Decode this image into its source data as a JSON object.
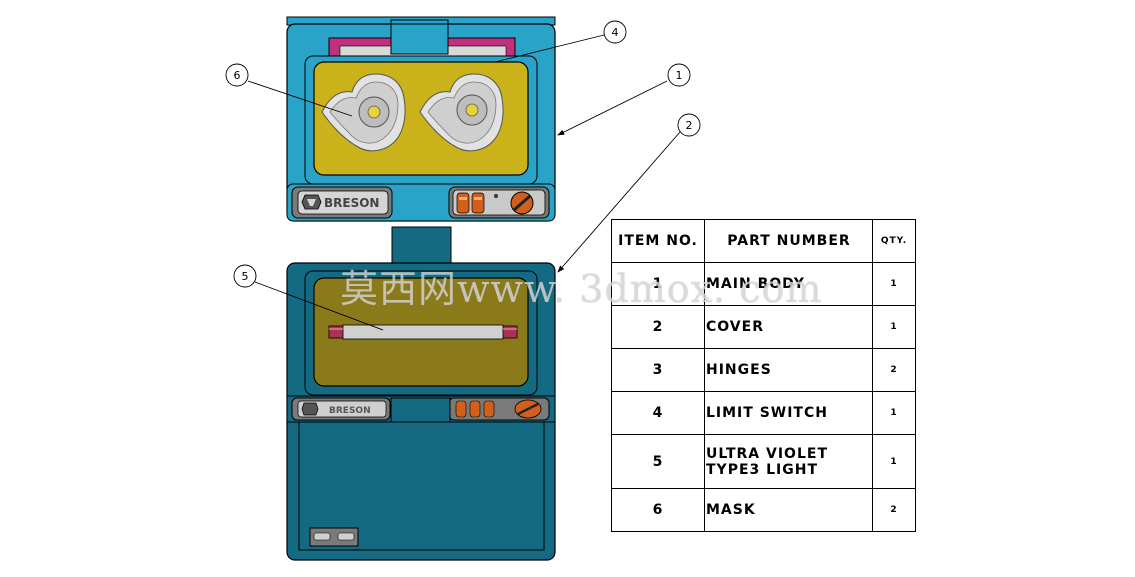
{
  "balloons": [
    {
      "id": "b4",
      "label": "4"
    },
    {
      "id": "b1",
      "label": "1"
    },
    {
      "id": "b6",
      "label": "6"
    },
    {
      "id": "b2",
      "label": "2"
    },
    {
      "id": "b5",
      "label": "5"
    }
  ],
  "logo": {
    "brand": "BRESON"
  },
  "watermark": {
    "cjk": "莫西网",
    "latin": "www. 3dmox. com"
  },
  "bom": {
    "headers": {
      "item_no": "ITEM NO.",
      "part_number": "PART NUMBER",
      "qty": "QTY."
    },
    "rows": [
      {
        "item": "1",
        "part_line1": "MAIN BODY",
        "part_line2": "",
        "qty": "1"
      },
      {
        "item": "2",
        "part_line1": "COVER",
        "part_line2": "",
        "qty": "1"
      },
      {
        "item": "3",
        "part_line1": "HINGES",
        "part_line2": "",
        "qty": "2"
      },
      {
        "item": "4",
        "part_line1": "LIMIT SWITCH",
        "part_line2": "",
        "qty": "1"
      },
      {
        "item": "5",
        "part_line1": "ULTRA VIOLET",
        "part_line2": "TYPE3 LIGHT",
        "qty": "1"
      },
      {
        "item": "6",
        "part_line1": "MASK",
        "part_line2": "",
        "qty": "2"
      }
    ]
  },
  "colors": {
    "cyan_body": "#2aa3c9",
    "dark_teal": "#146a82",
    "yellow_tray": "#c9b21a",
    "olive_tray": "#8a7a1a",
    "magenta": "#c0307f",
    "gray_panel": "#7a7a7a",
    "orange_knob": "#d2601a"
  }
}
